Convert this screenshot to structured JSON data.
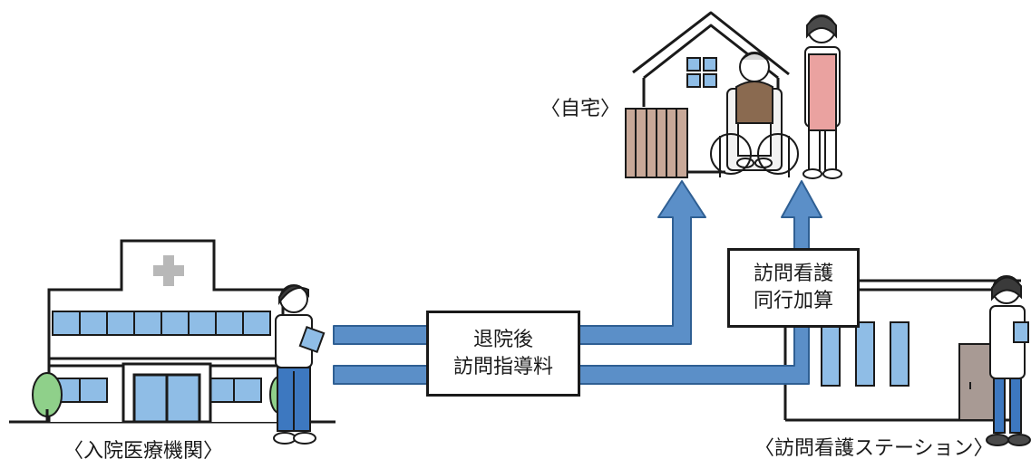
{
  "labels": {
    "home": "〈自宅〉",
    "hospital": "〈入院医療機関〉",
    "station": "〈訪問看護ステーション〉"
  },
  "boxes": {
    "guidance": {
      "line1": "退院後",
      "line2": "訪問指導料"
    },
    "accompany": {
      "line1": "訪問看護",
      "line2": "同行加算"
    }
  },
  "colors": {
    "arrow": "#5b8fc8",
    "arrow_outline": "#2f5f93",
    "window_blue": "#8fbde6",
    "fence": "#c8a898",
    "apron": "#eaa2a0",
    "sweater": "#8a6a50",
    "tree": "#8fd08a",
    "door": "#a89a94"
  }
}
